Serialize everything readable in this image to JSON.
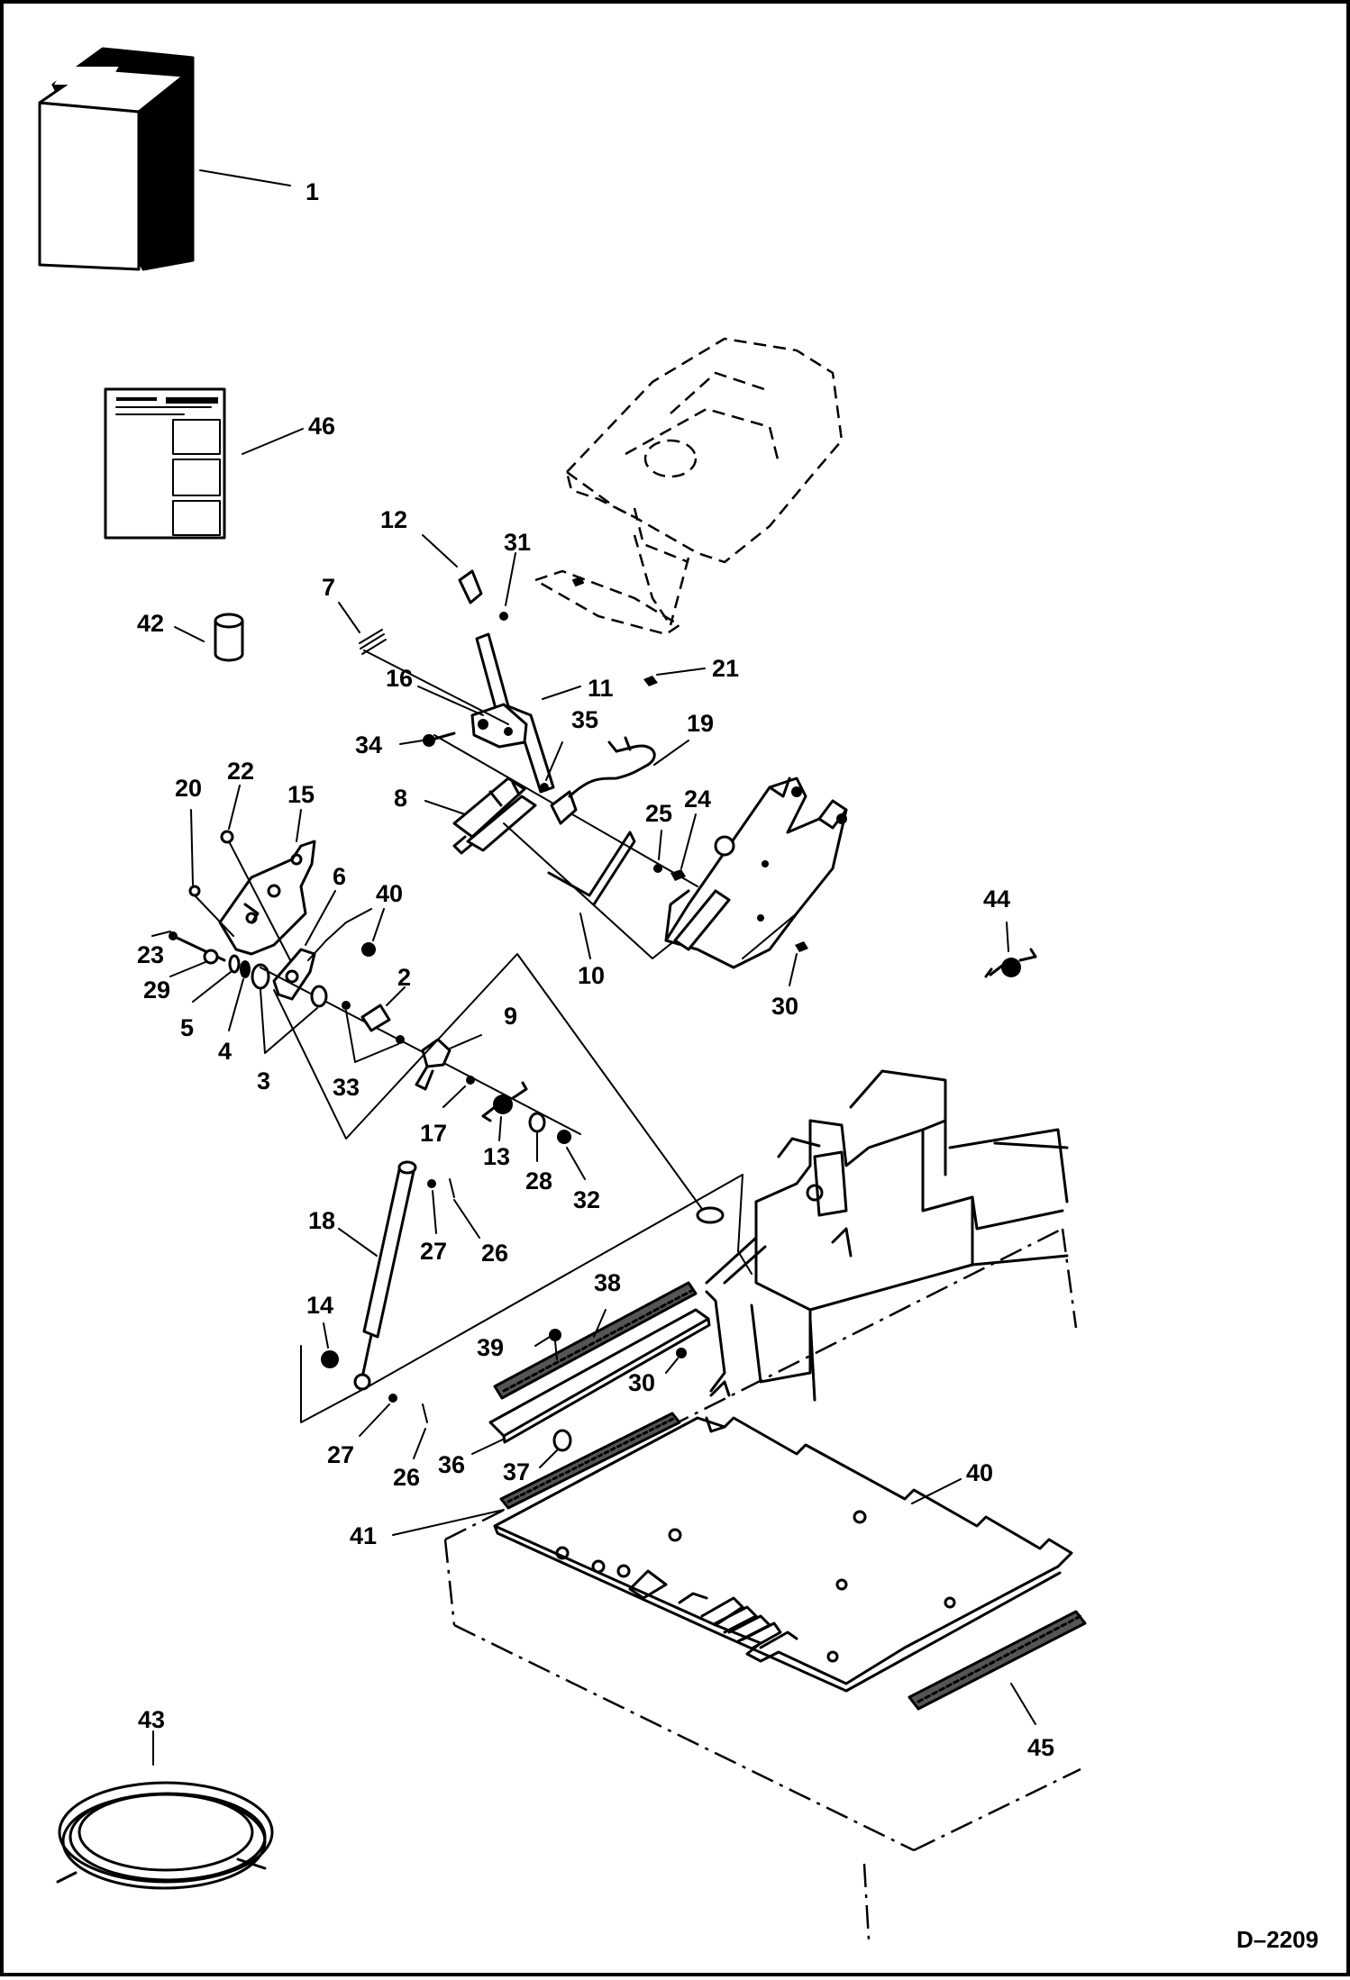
{
  "callouts": [
    {
      "id": "c1",
      "text": "1"
    },
    {
      "id": "c46",
      "text": "46"
    },
    {
      "id": "c42",
      "text": "42"
    },
    {
      "id": "c12",
      "text": "12"
    },
    {
      "id": "c31",
      "text": "31"
    },
    {
      "id": "c7",
      "text": "7"
    },
    {
      "id": "c16",
      "text": "16"
    },
    {
      "id": "c11",
      "text": "11"
    },
    {
      "id": "c21",
      "text": "21"
    },
    {
      "id": "c34",
      "text": "34"
    },
    {
      "id": "c35",
      "text": "35"
    },
    {
      "id": "c19",
      "text": "19"
    },
    {
      "id": "c8",
      "text": "8"
    },
    {
      "id": "c25",
      "text": "25"
    },
    {
      "id": "c24",
      "text": "24"
    },
    {
      "id": "c20",
      "text": "20"
    },
    {
      "id": "c22",
      "text": "22"
    },
    {
      "id": "c15",
      "text": "15"
    },
    {
      "id": "c6",
      "text": "6"
    },
    {
      "id": "c40a",
      "text": "40"
    },
    {
      "id": "c44",
      "text": "44"
    },
    {
      "id": "c23",
      "text": "23"
    },
    {
      "id": "c29",
      "text": "29"
    },
    {
      "id": "c5",
      "text": "5"
    },
    {
      "id": "c4",
      "text": "4"
    },
    {
      "id": "c3",
      "text": "3"
    },
    {
      "id": "c2",
      "text": "2"
    },
    {
      "id": "c33",
      "text": "33"
    },
    {
      "id": "c9",
      "text": "9"
    },
    {
      "id": "c10",
      "text": "10"
    },
    {
      "id": "c30a",
      "text": "30"
    },
    {
      "id": "c17",
      "text": "17"
    },
    {
      "id": "c13",
      "text": "13"
    },
    {
      "id": "c28",
      "text": "28"
    },
    {
      "id": "c32",
      "text": "32"
    },
    {
      "id": "c18",
      "text": "18"
    },
    {
      "id": "c27a",
      "text": "27"
    },
    {
      "id": "c26a",
      "text": "26"
    },
    {
      "id": "c38",
      "text": "38"
    },
    {
      "id": "c14",
      "text": "14"
    },
    {
      "id": "c39",
      "text": "39"
    },
    {
      "id": "c30b",
      "text": "30"
    },
    {
      "id": "c27b",
      "text": "27"
    },
    {
      "id": "c26b",
      "text": "26"
    },
    {
      "id": "c36",
      "text": "36"
    },
    {
      "id": "c37",
      "text": "37"
    },
    {
      "id": "c40b",
      "text": "40"
    },
    {
      "id": "c41",
      "text": "41"
    },
    {
      "id": "c43",
      "text": "43"
    },
    {
      "id": "c45",
      "text": "45"
    }
  ],
  "drawing_number": "D–2209"
}
